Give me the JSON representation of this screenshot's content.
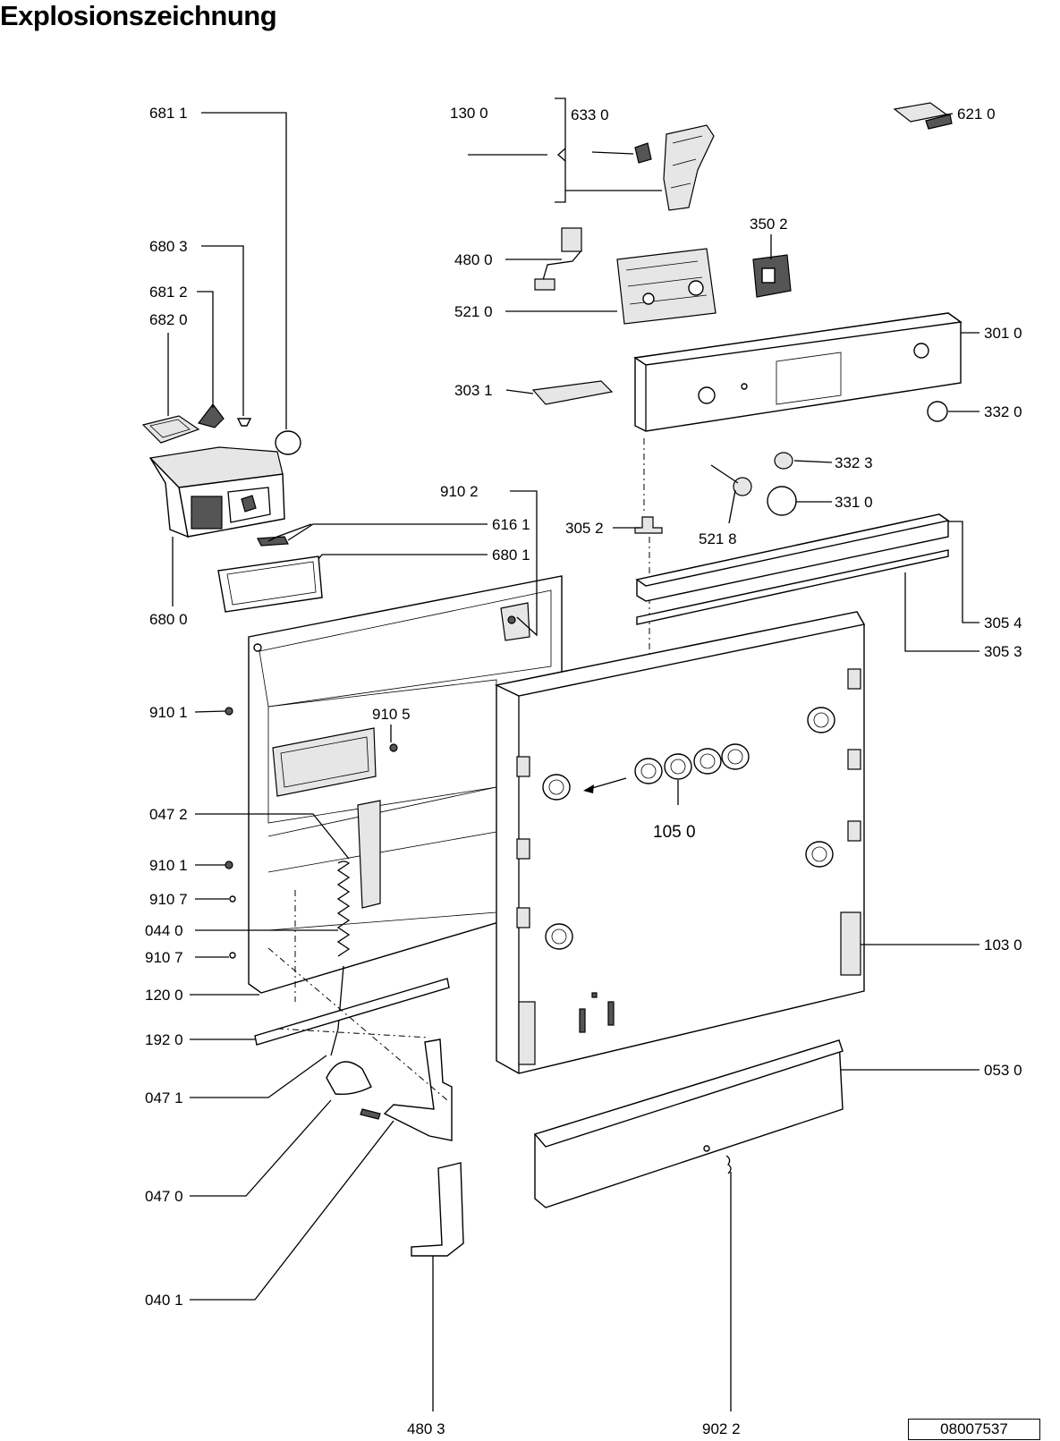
{
  "title": "Explosionszeichnung",
  "document_number": "08007537",
  "parts": {
    "p6811": "681 1",
    "p6803": "680 3",
    "p6812": "681 2",
    "p6820": "682 0",
    "p6161": "616 1",
    "p6801": "680 1",
    "p6800": "680 0",
    "p1300": "130 0",
    "p6330": "633 0",
    "p6210": "621 0",
    "p4800": "480 0",
    "p5210": "521 0",
    "p3502": "350 2",
    "p3010": "301 0",
    "p3031": "303 1",
    "p3320": "332 0",
    "p3323": "332 3",
    "p3310": "331 0",
    "p5218": "521 8",
    "p9102": "910 2",
    "p3052": "305 2",
    "p3054": "305 4",
    "p3053": "305 3",
    "p9101a": "910 1",
    "p9105": "910 5",
    "p0472": "047 2",
    "p9101b": "910 1",
    "p9107a": "910 7",
    "p0440": "044 0",
    "p9107b": "910 7",
    "p1200": "120 0",
    "p1920": "192 0",
    "p0471": "047 1",
    "p0470": "047 0",
    "p0401": "040 1",
    "p4803": "480 3",
    "p9022": "902 2",
    "p1050": "105 0",
    "p1030": "103 0",
    "p0530": "053 0"
  }
}
